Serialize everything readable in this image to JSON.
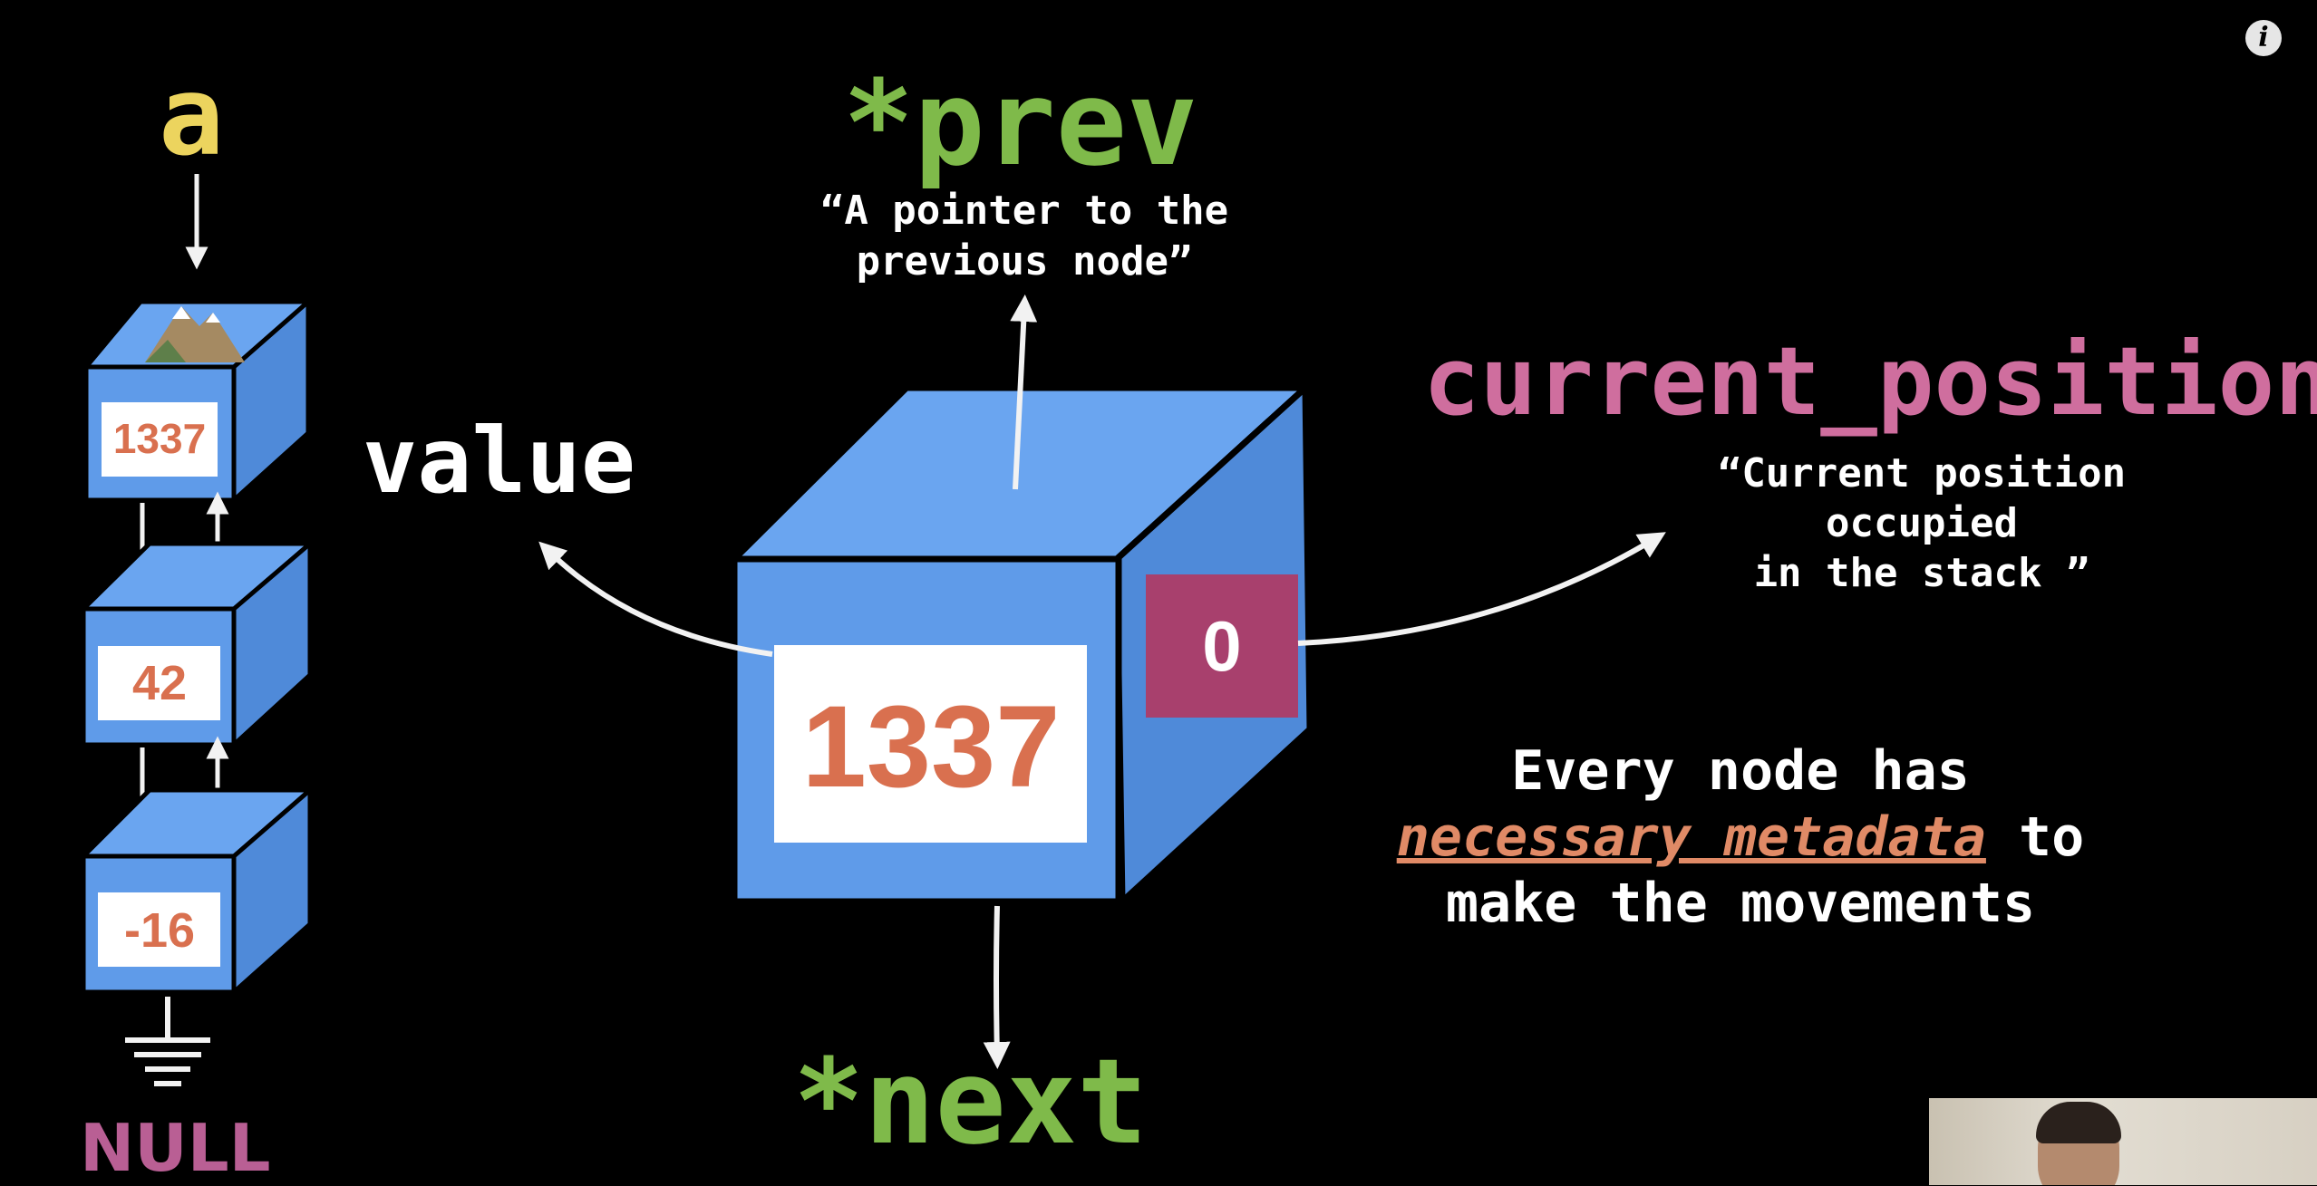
{
  "labels": {
    "variable": "a",
    "prev": "*prev",
    "prev_desc_line1": "“A pointer to the",
    "prev_desc_line2": "previous node”",
    "value": "value",
    "current_position": "current_position",
    "curpos_desc_line1": "“Current position",
    "curpos_desc_line2": "occupied",
    "curpos_desc_line3": "in the stack ”",
    "meta_line1": "Every node has",
    "meta_emphasis": "necessary metadata",
    "meta_to": " to",
    "meta_line3": "make the movements",
    "next": "*next",
    "null": "NULL"
  },
  "stack_nodes": [
    {
      "value": "1337"
    },
    {
      "value": "42"
    },
    {
      "value": "-16"
    }
  ],
  "big_node": {
    "value": "1337",
    "position": "0"
  },
  "colors": {
    "cube_front": "#5f9be9",
    "cube_top": "#6aa5f0",
    "cube_side": "#4f8ad9",
    "value_text": "#d9704f",
    "position_box": "#a8406d",
    "arrow": "#f2f2f2"
  },
  "icons": {
    "info": "info-icon",
    "ground": "ground-icon",
    "mountain": "mountain-icon"
  }
}
